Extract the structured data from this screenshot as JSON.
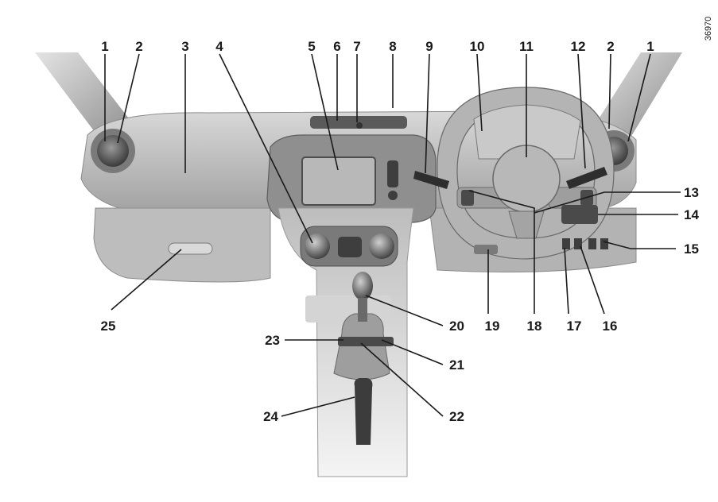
{
  "figure": {
    "reference_code": "36970",
    "callouts": [
      "1",
      "2",
      "3",
      "4",
      "5",
      "6",
      "7",
      "8",
      "9",
      "10",
      "11",
      "12",
      "2",
      "1",
      "13",
      "14",
      "15",
      "16",
      "17",
      "18",
      "19",
      "20",
      "21",
      "22",
      "23",
      "24",
      "25"
    ]
  },
  "colors": {
    "dash_light": "#c9c9c9",
    "dash_mid": "#a8a8a8",
    "dash_dark": "#6e6e6e",
    "dark_part": "#3a3a3a",
    "screen": "#b8b8b8",
    "ink": "#1a1a1a"
  }
}
